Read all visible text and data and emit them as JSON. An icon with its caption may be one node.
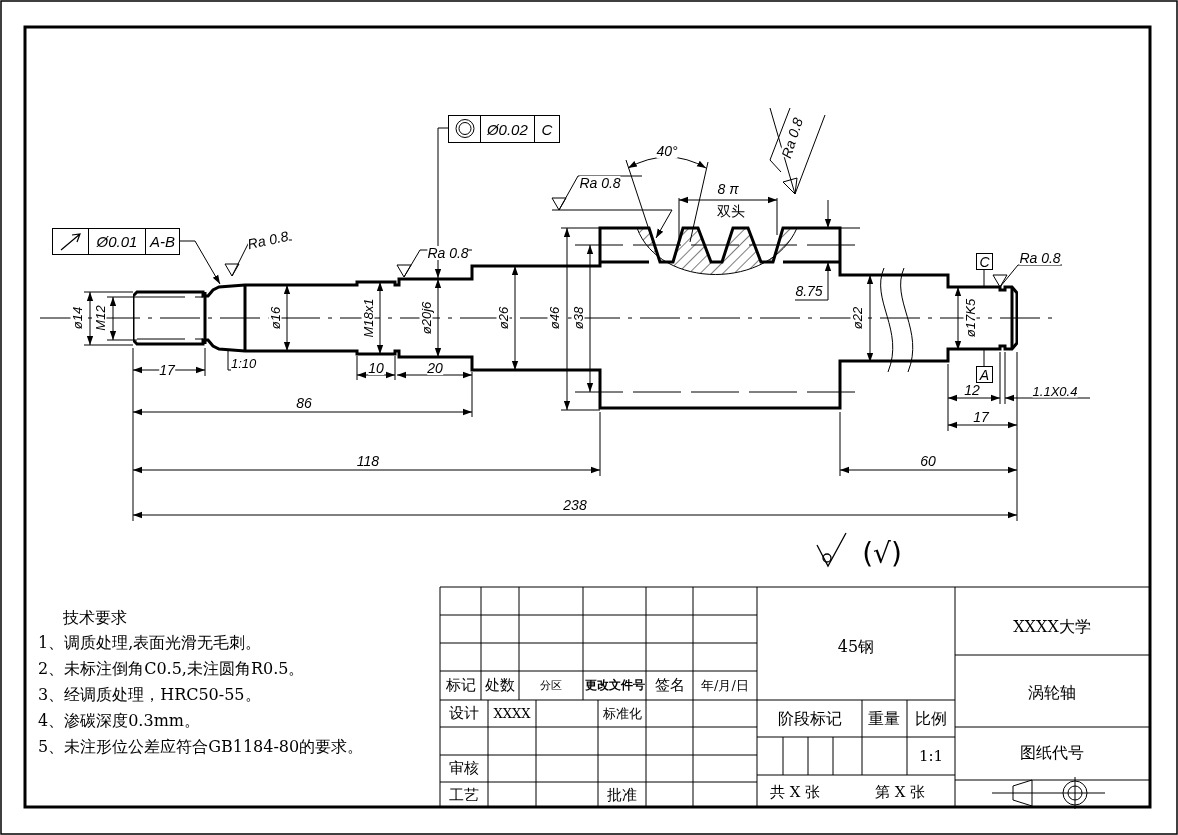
{
  "diagram": {
    "nodes": [
      {
        "text": [
          "Ø0.01",
          "A-B"
        ]
      },
      {
        "text": [
          "Ø0.02",
          "C"
        ]
      },
      {
        "text": [],
        "shape": "picture"
      },
      {
        "text": [
          "C"
        ]
      },
      {
        "text": [
          "A"
        ]
      },
      {
        "text": [
          "1:10"
        ]
      }
    ],
    "edges": [
      {
        "from": 0,
        "to": 2,
        "arrow": "to"
      },
      {
        "from": 1,
        "to": 2,
        "arrow": "to"
      },
      {
        "from": 3,
        "to": 2,
        "arrow": "none"
      },
      {
        "from": 4,
        "to": 2,
        "arrow": "none"
      },
      {
        "from": 5,
        "to": 2,
        "arrow": "none"
      }
    ],
    "labels": [
      "Ra 0.8",
      "Ra 0.8",
      "Ra 0.8",
      "40°",
      "Ra 0.8",
      "8 π",
      "双头",
      "Ra 0.8",
      "ø14",
      "M12",
      "ø16",
      "M18x1",
      "ø20j6",
      "ø26",
      "ø46",
      "ø38",
      "8.75",
      "ø22",
      "ø17K5",
      "17",
      "10",
      "20",
      "12",
      "1.1X0.4",
      "86",
      "17",
      "118",
      "60",
      "238",
      "(√)",
      "技术要求",
      "1、调质处理,表面光滑无毛刺。",
      "2、未标注倒角C0.5,未注圆角R0.5。",
      "3、经调质处理，HRC50-55。",
      "4、渗碳深度0.3mm。",
      "5、未注形位公差应符合GB1184-80的要求。",
      "XXXX大学",
      "45钢",
      "标记",
      "处数",
      "分区",
      "更改文件号",
      "签名",
      "年/月/日",
      "涡轮轴",
      "设计",
      "XXXX",
      "标准化",
      "阶段标记",
      "重量",
      "比例",
      "1:1",
      "图纸代号",
      "审核",
      "工艺",
      "批准",
      "共 X 张",
      "第 X 张"
    ]
  }
}
